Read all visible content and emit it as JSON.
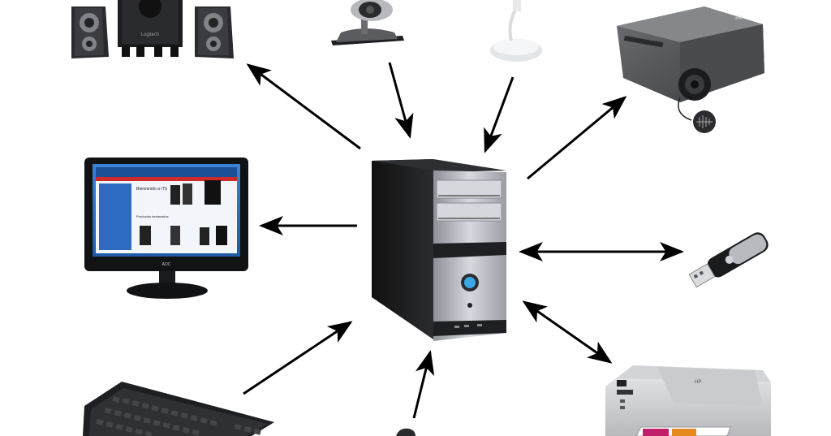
{
  "brands": {
    "speakers": "Logitech",
    "monitor": "AOC",
    "projector": "3M",
    "printer": "HP"
  },
  "monitor_screen": {
    "heading": "Bienvenido a ITS",
    "subheading": "Productos destacados"
  },
  "colors": {
    "arrow": "#000000",
    "case_dark": "#1c1c1e",
    "case_silver": "#b9bcc2",
    "power_button": "#3aa7e6",
    "screen_blue": "#2f6fc0"
  },
  "diagram": {
    "center_node": "computer-tower",
    "connections": [
      {
        "device": "speakers",
        "direction": "to-device"
      },
      {
        "device": "webcam",
        "direction": "to-computer"
      },
      {
        "device": "microphone",
        "direction": "to-computer"
      },
      {
        "device": "projector",
        "direction": "to-device"
      },
      {
        "device": "monitor",
        "direction": "to-device"
      },
      {
        "device": "usb-flash-drive",
        "direction": "both"
      },
      {
        "device": "keyboard",
        "direction": "to-computer"
      },
      {
        "device": "mouse",
        "direction": "to-computer"
      },
      {
        "device": "printer",
        "direction": "both"
      }
    ]
  }
}
